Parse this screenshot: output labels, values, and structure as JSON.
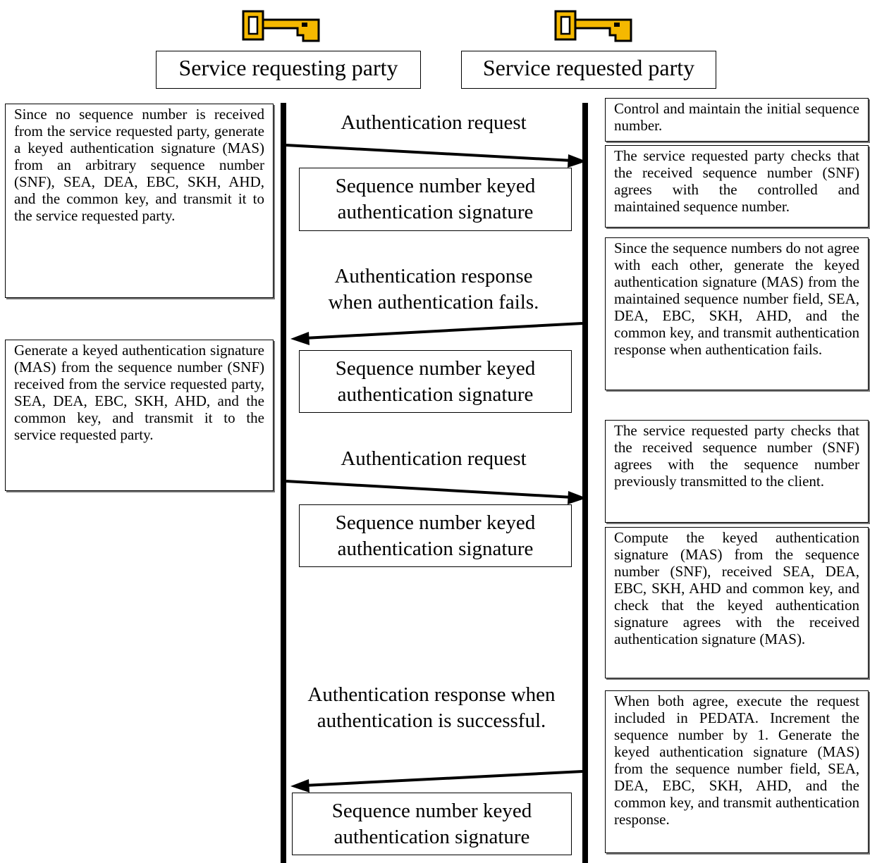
{
  "parties": {
    "requesting": "Service requesting party",
    "requested": "Service requested party"
  },
  "left_boxes": [
    "Since no sequence number is received from the service requested party, generate a keyed authentication signature (MAS) from an arbitrary sequence number (SNF), SEA, DEA, EBC, SKH, AHD, and the common key, and transmit it to the service requested party.",
    "Generate a keyed authentication signature (MAS) from the sequence number (SNF) received from the service requested party, SEA, DEA, EBC, SKH, AHD, and the common key, and transmit it to the service requested party."
  ],
  "right_boxes": [
    "Control and maintain the initial sequence number.",
    "The service requested party checks that the received sequence number (SNF) agrees with the controlled and maintained sequence number.",
    "Since the sequence numbers do not agree with each other, generate the keyed authentication signature (MAS) from the maintained sequence number field, SEA, DEA, EBC, SKH, AHD, and the common key, and transmit authentication response when authentication fails.",
    "The service requested party checks that the received sequence number (SNF) agrees with the sequence number previously transmitted to the client.",
    "Compute the keyed authentication signature (MAS) from the sequence number (SNF), received SEA, DEA, EBC, SKH, AHD and common key, and check that the keyed authentication signature agrees with the received authentication signature (MAS).",
    "When both agree, execute the request included in PEDATA. Increment the sequence number by 1. Generate the keyed authentication signature (MAS) from the sequence number field, SEA, DEA, EBC, SKH, AHD, and the common key, and transmit authentication response."
  ],
  "messages": [
    {
      "label": "Authentication request",
      "signature": "Sequence number keyed authentication signature"
    },
    {
      "label": "Authentication response\nwhen authentication fails.",
      "signature": "Sequence number keyed authentication signature"
    },
    {
      "label": "Authentication request",
      "signature": "Sequence number keyed authentication signature"
    },
    {
      "label": "Authentication response when\nauthentication is successful.",
      "signature": "Sequence number keyed authentication signature"
    }
  ],
  "colors": {
    "key_fill": "#f5b800",
    "line": "#000000"
  },
  "icons": [
    "key-icon",
    "key-icon"
  ]
}
